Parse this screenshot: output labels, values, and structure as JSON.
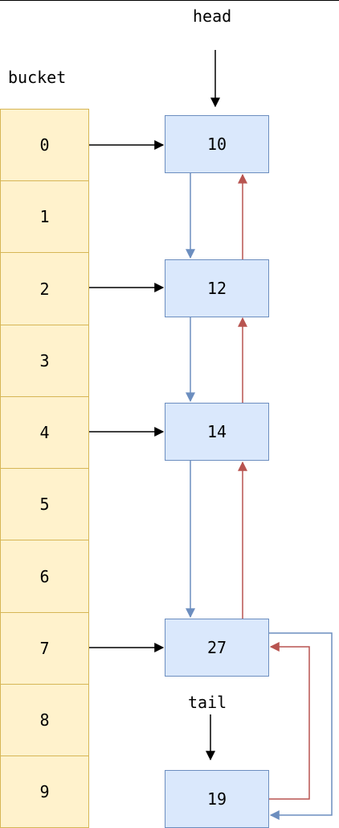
{
  "labels": {
    "head": "head",
    "bucket": "bucket",
    "tail": "tail"
  },
  "buckets": [
    "0",
    "1",
    "2",
    "3",
    "4",
    "5",
    "6",
    "7",
    "8",
    "9"
  ],
  "nodes": [
    "10",
    "12",
    "14",
    "27",
    "19"
  ],
  "colors": {
    "bucket_fill": "#fff2cc",
    "bucket_stroke": "#d6b656",
    "node_fill": "#dae8fc",
    "node_stroke": "#6c8ebf",
    "forward_arrow": "#6c8ebf",
    "backward_arrow": "#b85450",
    "pointer_arrow": "#000000"
  }
}
